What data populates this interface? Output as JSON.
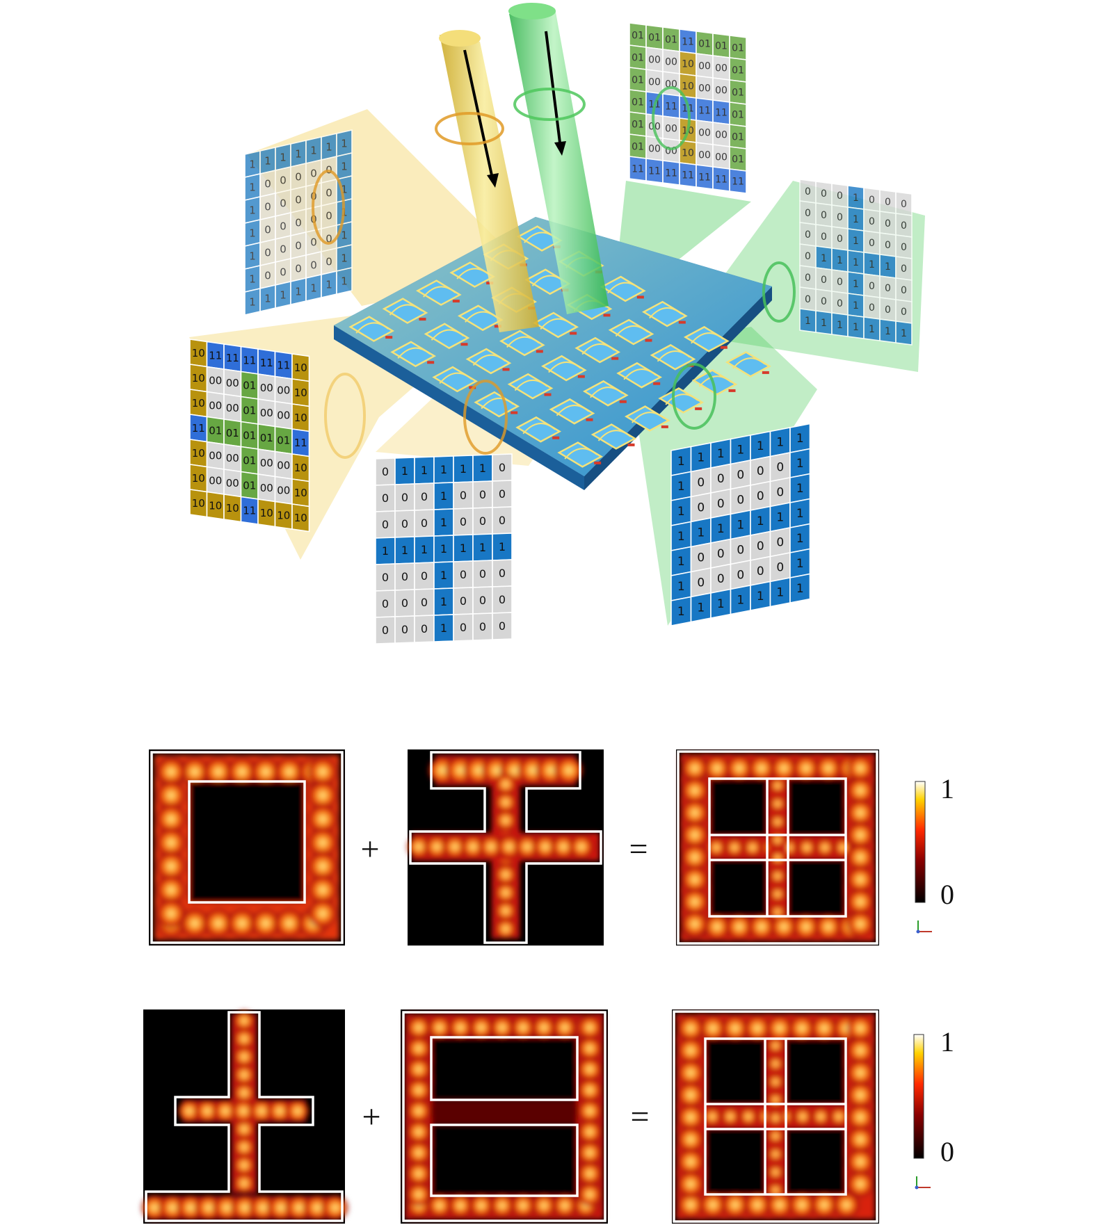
{
  "diagram": {
    "beams": [
      {
        "color": "#f0cf55",
        "name": "yellow"
      },
      {
        "color": "#3fc95a",
        "name": "green"
      }
    ],
    "panels": [
      {
        "id": "yellow-back-left",
        "palette": "yb",
        "grid": [
          [
            "1",
            "1",
            "1",
            "1",
            "1",
            "1",
            "1"
          ],
          [
            "1",
            "0",
            "0",
            "0",
            "0",
            "0",
            "1"
          ],
          [
            "1",
            "0",
            "0",
            "0",
            "0",
            "0",
            "1"
          ],
          [
            "1",
            "0",
            "0",
            "0",
            "0",
            "0",
            "1"
          ],
          [
            "1",
            "0",
            "0",
            "0",
            "0",
            "0",
            "1"
          ],
          [
            "1",
            "0",
            "0",
            "0",
            "0",
            "0",
            "1"
          ],
          [
            "1",
            "1",
            "1",
            "1",
            "1",
            "1",
            "1"
          ]
        ]
      },
      {
        "id": "green-top-right",
        "palette": "two",
        "grid": [
          [
            "01",
            "01",
            "01",
            "11",
            "01",
            "01",
            "01"
          ],
          [
            "01",
            "00",
            "00",
            "10",
            "00",
            "00",
            "01"
          ],
          [
            "01",
            "00",
            "00",
            "10",
            "00",
            "00",
            "01"
          ],
          [
            "01",
            "11",
            "11",
            "11",
            "11",
            "11",
            "01"
          ],
          [
            "01",
            "00",
            "00",
            "10",
            "00",
            "00",
            "01"
          ],
          [
            "01",
            "00",
            "00",
            "10",
            "00",
            "00",
            "01"
          ],
          [
            "11",
            "11",
            "11",
            "11",
            "11",
            "11",
            "11"
          ]
        ]
      },
      {
        "id": "green-right",
        "palette": "one",
        "grid": [
          [
            "0",
            "0",
            "0",
            "1",
            "0",
            "0",
            "0"
          ],
          [
            "0",
            "0",
            "0",
            "1",
            "0",
            "0",
            "0"
          ],
          [
            "0",
            "0",
            "0",
            "1",
            "0",
            "0",
            "0"
          ],
          [
            "0",
            "1",
            "1",
            "1",
            "1",
            "1",
            "0"
          ],
          [
            "0",
            "0",
            "0",
            "1",
            "0",
            "0",
            "0"
          ],
          [
            "0",
            "0",
            "0",
            "1",
            "0",
            "0",
            "0"
          ],
          [
            "1",
            "1",
            "1",
            "1",
            "1",
            "1",
            "1"
          ]
        ]
      },
      {
        "id": "yellow-left",
        "palette": "two",
        "grid": [
          [
            "10",
            "11",
            "11",
            "11",
            "11",
            "11",
            "10"
          ],
          [
            "10",
            "00",
            "00",
            "01",
            "00",
            "00",
            "10"
          ],
          [
            "10",
            "00",
            "00",
            "01",
            "00",
            "00",
            "10"
          ],
          [
            "11",
            "01",
            "01",
            "01",
            "01",
            "01",
            "11"
          ],
          [
            "10",
            "00",
            "00",
            "01",
            "00",
            "00",
            "10"
          ],
          [
            "10",
            "00",
            "00",
            "01",
            "00",
            "00",
            "10"
          ],
          [
            "10",
            "10",
            "10",
            "11",
            "10",
            "10",
            "10"
          ]
        ]
      },
      {
        "id": "yellow-bottom",
        "palette": "one",
        "grid": [
          [
            "0",
            "1",
            "1",
            "1",
            "1",
            "1",
            "0"
          ],
          [
            "0",
            "0",
            "0",
            "1",
            "0",
            "0",
            "0"
          ],
          [
            "0",
            "0",
            "0",
            "1",
            "0",
            "0",
            "0"
          ],
          [
            "1",
            "1",
            "1",
            "1",
            "1",
            "1",
            "1"
          ],
          [
            "0",
            "0",
            "0",
            "1",
            "0",
            "0",
            "0"
          ],
          [
            "0",
            "0",
            "0",
            "1",
            "0",
            "0",
            "0"
          ],
          [
            "0",
            "0",
            "0",
            "1",
            "0",
            "0",
            "0"
          ]
        ]
      },
      {
        "id": "green-bottom-right",
        "palette": "one",
        "grid": [
          [
            "1",
            "1",
            "1",
            "1",
            "1",
            "1",
            "1"
          ],
          [
            "1",
            "0",
            "0",
            "0",
            "0",
            "0",
            "1"
          ],
          [
            "1",
            "0",
            "0",
            "0",
            "0",
            "0",
            "1"
          ],
          [
            "1",
            "1",
            "1",
            "1",
            "1",
            "1",
            "1"
          ],
          [
            "1",
            "0",
            "0",
            "0",
            "0",
            "0",
            "1"
          ],
          [
            "1",
            "0",
            "0",
            "0",
            "0",
            "0",
            "1"
          ],
          [
            "1",
            "1",
            "1",
            "1",
            "1",
            "1",
            "1"
          ]
        ]
      }
    ],
    "palettes": {
      "one": {
        "0": "#d6d6d6",
        "1": "#1877c4"
      },
      "yb": {
        "0": "#ddd8c4",
        "1": "#1a78bf"
      },
      "two": {
        "00": "#d9d9d9",
        "01": "#67a743",
        "10": "#b8920e",
        "11": "#2f6ed8"
      }
    }
  },
  "results": {
    "rows": [
      {
        "id": "row-1",
        "maps": [
          {
            "shape": "square-ring"
          },
          {
            "shape": "t-shape"
          },
          {
            "shape": "grid-ring"
          }
        ],
        "operators": [
          "+",
          "="
        ],
        "colorbar": {
          "max_label": "1",
          "min_label": "0"
        }
      },
      {
        "id": "row-2",
        "maps": [
          {
            "shape": "inverted-t"
          },
          {
            "shape": "split-ring"
          },
          {
            "shape": "grid-ring"
          }
        ],
        "operators": [
          "+",
          "="
        ],
        "colorbar": {
          "max_label": "1",
          "min_label": "0"
        }
      }
    ]
  }
}
